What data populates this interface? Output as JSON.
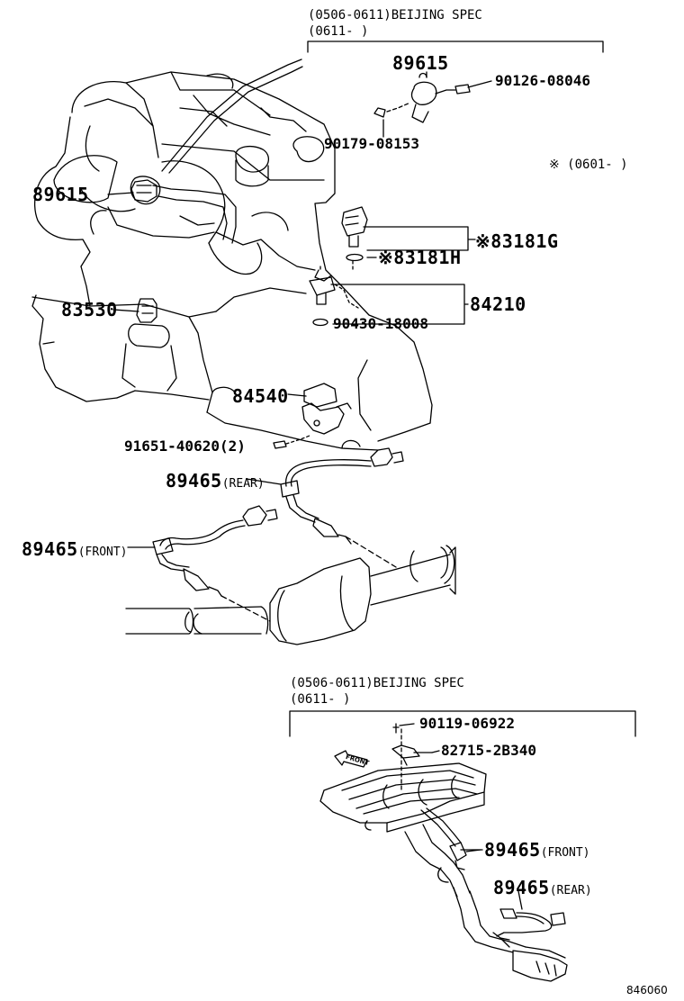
{
  "top_section": {
    "spec_line1": "(0506-0611)BEIJING SPEC",
    "spec_line2": "(0611-    )",
    "asterisk_note": "※ (0601-    )"
  },
  "bottom_section": {
    "spec_line1": "(0506-0611)BEIJING SPEC",
    "spec_line2": "(0611-    )",
    "front_arrow": "FRONT"
  },
  "parts": {
    "p89615_top": "89615",
    "p90126": "90126-08046",
    "p90179": "90179-08153",
    "p89615_left": "89615",
    "p83181g": "※83181G",
    "p83181h": "※83181H",
    "p84210": "84210",
    "p83530": "83530",
    "p90430": "90430-18008",
    "p84540": "84540",
    "p91651": "91651-40620(2)",
    "p89465_rear": "89465",
    "p89465_rear_suffix": "(REAR)",
    "p89465_front": "89465",
    "p89465_front_suffix": "(FRONT)",
    "p90119": "90119-06922",
    "p82715": "82715-2B340",
    "p89465_front_b": "89465",
    "p89465_front_b_suffix": "(FRONT)",
    "p89465_rear_b": "89465",
    "p89465_rear_b_suffix": "(REAR)"
  },
  "diagram_id": "846060"
}
